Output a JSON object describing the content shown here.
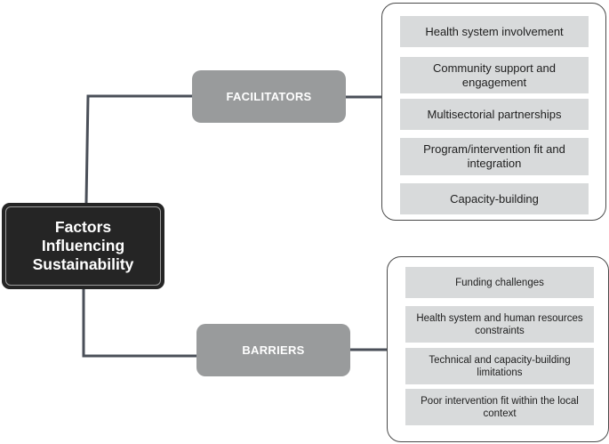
{
  "center": {
    "title": "Factors\nInfluencing\nSustainability"
  },
  "facilitators": {
    "label": "FACILITATORS",
    "items": [
      "Health system involvement",
      "Community support and engagement",
      "Multisectorial partnerships",
      "Program/intervention fit and integration",
      "Capacity-building"
    ]
  },
  "barriers": {
    "label": "BARRIERS",
    "items": [
      "Funding challenges",
      "Health system and human resources constraints",
      "Technical and capacity-building limitations",
      "Poor intervention fit within the local context"
    ]
  },
  "colors": {
    "center": "#252525",
    "branch": "#999b9c",
    "item": "#d8dadb",
    "line": "#4a4f58"
  }
}
